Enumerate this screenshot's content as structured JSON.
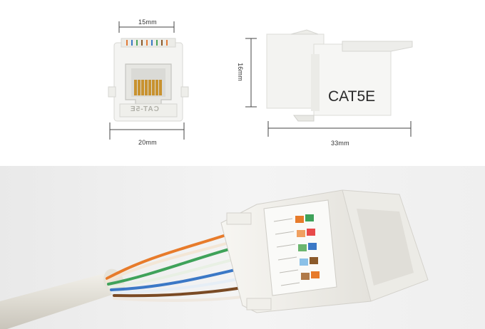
{
  "dimensions": {
    "front_width_top": "15mm",
    "front_width_bottom": "20mm",
    "side_height": "16mm",
    "side_length": "33mm"
  },
  "product": {
    "side_label": "CAT5E",
    "front_label": "CAT-5E"
  }
}
